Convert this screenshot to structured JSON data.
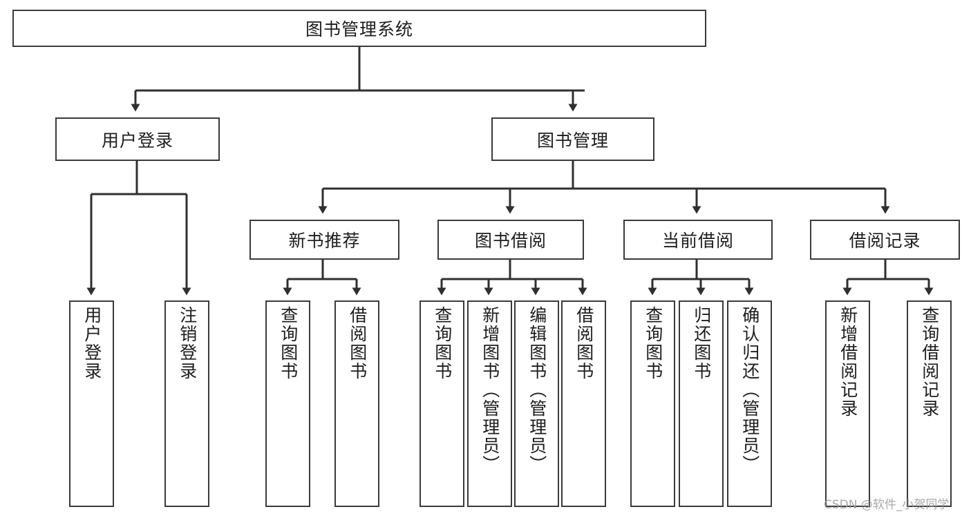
{
  "diagram": {
    "type": "tree-hierarchy-chart",
    "title": "图书管理系统",
    "theme": {
      "background": "#ffffff",
      "box_border": "#3a3a3a",
      "line": "#2f2f2f",
      "text": "#1d1d1d",
      "watermark": "#9a9a9a"
    },
    "levels": [
      {
        "level": 1,
        "nodes": [
          {
            "id": "root",
            "label": "图书管理系统",
            "orientation": "horizontal"
          }
        ]
      },
      {
        "level": 2,
        "nodes": [
          {
            "id": "login",
            "label": "用户登录",
            "orientation": "horizontal",
            "parent": "root"
          },
          {
            "id": "bookmgmt",
            "label": "图书管理",
            "orientation": "horizontal",
            "parent": "root"
          }
        ]
      },
      {
        "level": 3,
        "nodes": [
          {
            "id": "newbook",
            "label": "新书推荐",
            "orientation": "horizontal",
            "parent": "bookmgmt"
          },
          {
            "id": "borrow",
            "label": "图书借阅",
            "orientation": "horizontal",
            "parent": "bookmgmt"
          },
          {
            "id": "current",
            "label": "当前借阅",
            "orientation": "horizontal",
            "parent": "bookmgmt"
          },
          {
            "id": "records",
            "label": "借阅记录",
            "orientation": "horizontal",
            "parent": "bookmgmt"
          }
        ]
      },
      {
        "level": 4,
        "nodes": [
          {
            "id": "leaf1",
            "label": "用户登录",
            "orientation": "vertical",
            "parent": "login"
          },
          {
            "id": "leaf2",
            "label": "注销登录",
            "orientation": "vertical",
            "parent": "login"
          },
          {
            "id": "leaf3",
            "label": "查询图书",
            "orientation": "vertical",
            "parent": "newbook"
          },
          {
            "id": "leaf4",
            "label": "借阅图书",
            "orientation": "vertical",
            "parent": "newbook"
          },
          {
            "id": "leaf5",
            "label": "查询图书",
            "orientation": "vertical",
            "parent": "borrow"
          },
          {
            "id": "leaf6",
            "label": "新增图书（管理员）",
            "orientation": "vertical",
            "parent": "borrow"
          },
          {
            "id": "leaf7",
            "label": "编辑图书（管理员）",
            "orientation": "vertical",
            "parent": "borrow"
          },
          {
            "id": "leaf8",
            "label": "借阅图书",
            "orientation": "vertical",
            "parent": "borrow"
          },
          {
            "id": "leaf9",
            "label": "查询图书",
            "orientation": "vertical",
            "parent": "current"
          },
          {
            "id": "leaf10",
            "label": "归还图书",
            "orientation": "vertical",
            "parent": "current"
          },
          {
            "id": "leaf11",
            "label": "确认归还（管理员）",
            "orientation": "vertical",
            "parent": "current"
          },
          {
            "id": "leaf12",
            "label": "新增借阅记录",
            "orientation": "vertical",
            "parent": "records"
          },
          {
            "id": "leaf13",
            "label": "查询借阅记录",
            "orientation": "vertical",
            "parent": "records"
          }
        ]
      }
    ],
    "watermark": "CSDN @软件_小贺同学"
  }
}
